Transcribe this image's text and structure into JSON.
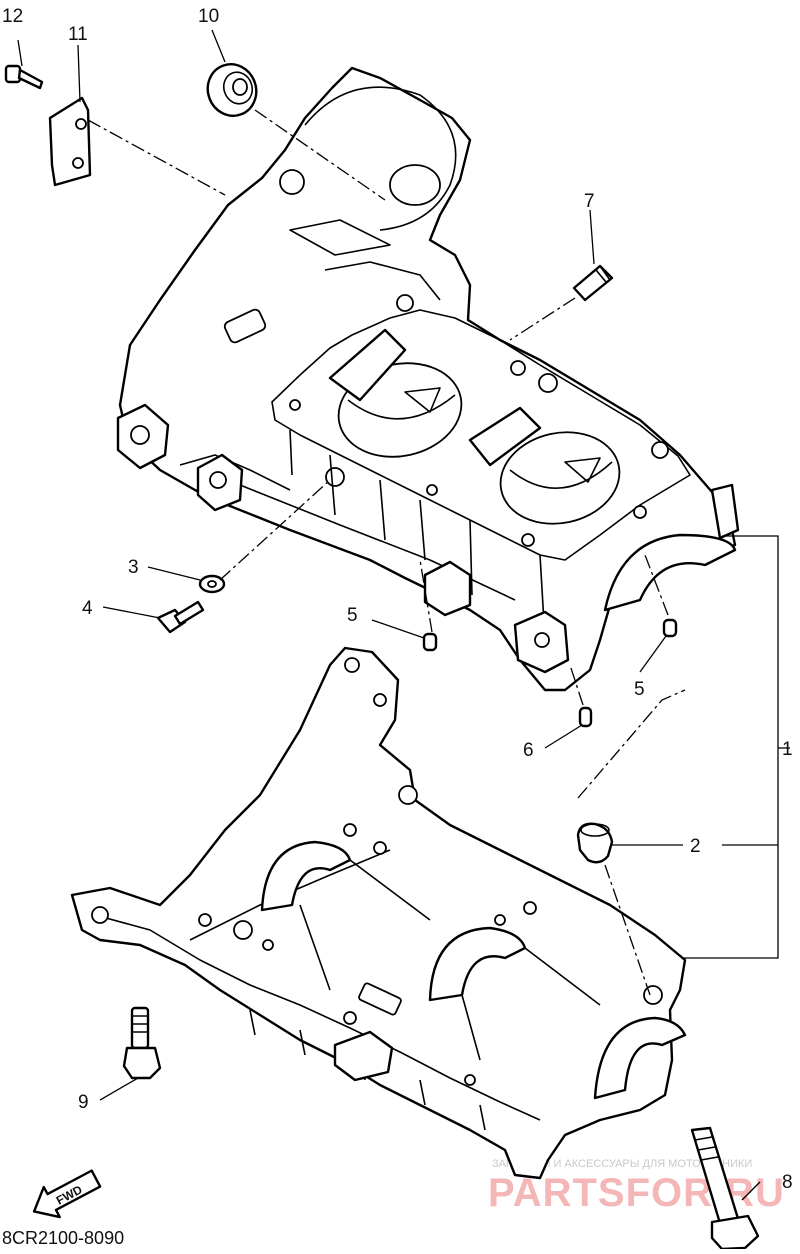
{
  "diagram": {
    "drawing_code": "8CR2100-8090",
    "fwd_label": "FWD",
    "callouts": [
      "1",
      "2",
      "3",
      "4",
      "5",
      "5",
      "6",
      "7",
      "8",
      "9",
      "10",
      "11",
      "12"
    ],
    "watermark": {
      "line1": "ЗАПЧАСТИ И АКСЕССУАРЫ ДЛЯ МОТОТЕХНИКИ",
      "line2": "PARTSFOR.RU"
    }
  }
}
